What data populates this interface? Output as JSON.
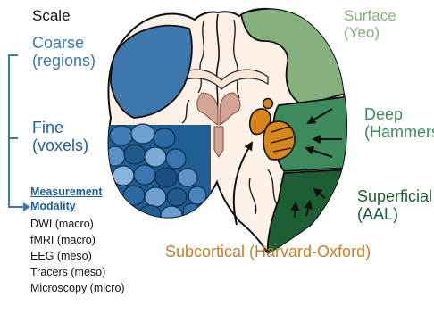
{
  "labels": {
    "scale": "Scale",
    "coarse": [
      "Coarse",
      "(regions)"
    ],
    "fine": [
      "Fine",
      "(voxels)"
    ],
    "measurement": [
      "Measurement",
      "Modality"
    ],
    "surface": [
      "Surface",
      "(Yeo)"
    ],
    "deep": [
      "Deep",
      "(Hammers)"
    ],
    "superficial": [
      "Superficial",
      "(AAL)"
    ],
    "subcortical": "Subcortical (Harvard-Oxford)"
  },
  "modalities": [
    "DWI (macro)",
    "fMRI (macro)",
    "EEG (meso)",
    "Tracers (meso)",
    "Microscopy (micro)"
  ],
  "colors": {
    "brain_fill": "#fdf1e8",
    "deep_blue": "#1f5f92",
    "coarse_blue": "#3e78ad",
    "surface_green": "#86b07e",
    "deep_green": "#3d8a5c",
    "dark_green": "#1d5e34",
    "orange": "#c77e29",
    "ventricle": "#d4a494"
  }
}
